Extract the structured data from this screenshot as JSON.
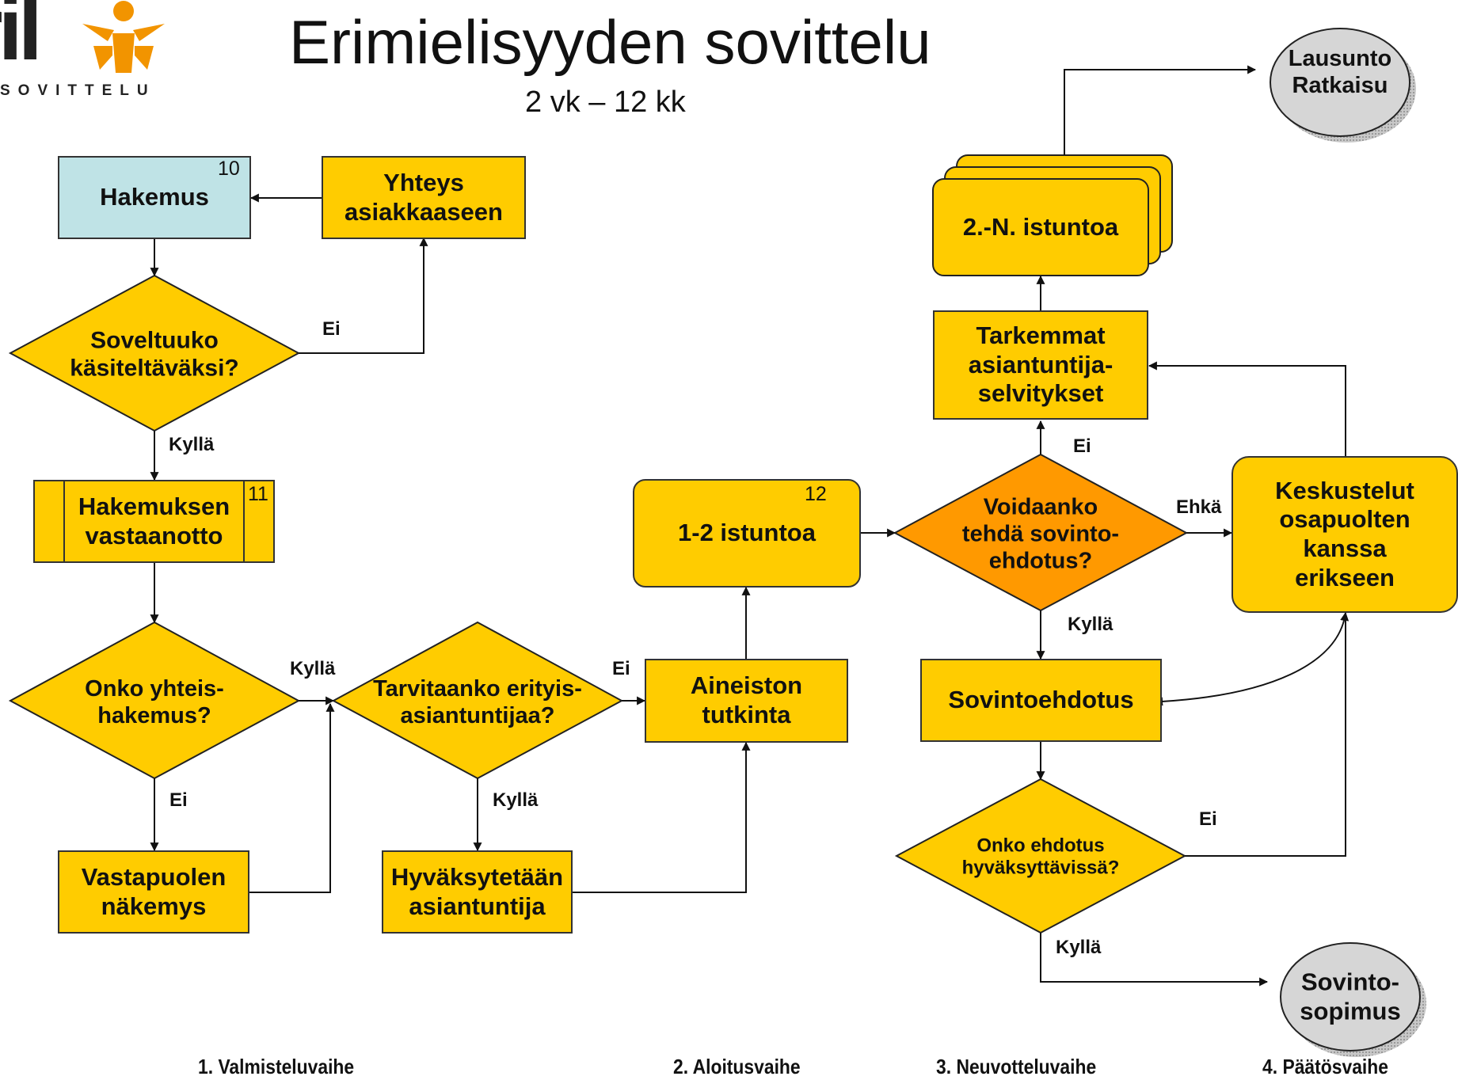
{
  "title": "Erimielisyyden sovittelu",
  "subtitle": "2 vk – 12 kk",
  "logo": {
    "text": "ril",
    "subtext": "SOVITTELU",
    "color": "#f29400"
  },
  "colors": {
    "process": "#ffcc00",
    "start": "#bfe3e6",
    "highlight": "#ff9900",
    "terminal": "#d6d6d6",
    "line": "#111111"
  },
  "nodes": {
    "hakemus": {
      "label": "Hakemus",
      "number": "10"
    },
    "yhteys": {
      "label": "Yhteys\nasiakkaaseen"
    },
    "soveltuuko": {
      "label": "Soveltuuko\nkäsiteltäväksi?"
    },
    "vastaanotto": {
      "label": "Hakemuksen\nvastaanotto",
      "number": "11"
    },
    "yhteishakemus": {
      "label": "Onko yhteis-\nhakemus?"
    },
    "vastapuolen": {
      "label": "Vastapuolen\nnäkemys"
    },
    "tarvitaanko": {
      "label": "Tarvitaanko erityis-\nasiantuntijaa?"
    },
    "hyvaksytetaan": {
      "label": "Hyväksytetään\nasiantuntija"
    },
    "aineiston": {
      "label": "Aineiston\ntutkinta"
    },
    "istuntoa12": {
      "label": "1-2 istuntoa",
      "number": "12"
    },
    "voidaanko": {
      "label": "Voidaanko\ntehdä sovinto-\nehdotus?"
    },
    "tarkemmat": {
      "label": "Tarkemmat\nasiantuntija-\nselvitykset"
    },
    "istuntoaN": {
      "label": "2.-N. istuntoa"
    },
    "keskustelut": {
      "label": "Keskustelut\nosapuolten\nkanssa\nerikseen"
    },
    "sovintoehdotus": {
      "label": "Sovintoehdotus"
    },
    "onkoehdotus": {
      "label": "Onko ehdotus\nhyväksyttävissä?"
    },
    "lausunto": {
      "label": "Lausunto\nRatkaisu"
    },
    "sovintosopimus": {
      "label": "Sovinto-\nsopimus"
    }
  },
  "edge_labels": {
    "soveltuuko_ei": "Ei",
    "soveltuuko_kylla": "Kyllä",
    "yhteis_kylla": "Kyllä",
    "yhteis_ei": "Ei",
    "tarvitaanko_ei": "Ei",
    "tarvitaanko_kylla": "Kyllä",
    "voidaanko_ei": "Ei",
    "voidaanko_ehka": "Ehkä",
    "voidaanko_kylla": "Kyllä",
    "onko_ei": "Ei",
    "onko_kylla": "Kyllä"
  },
  "phases": [
    "1. Valmisteluvaihe",
    "2. Aloitusvaihe",
    "3. Neuvotteluvaihe",
    "4. Päätösvaihe"
  ]
}
